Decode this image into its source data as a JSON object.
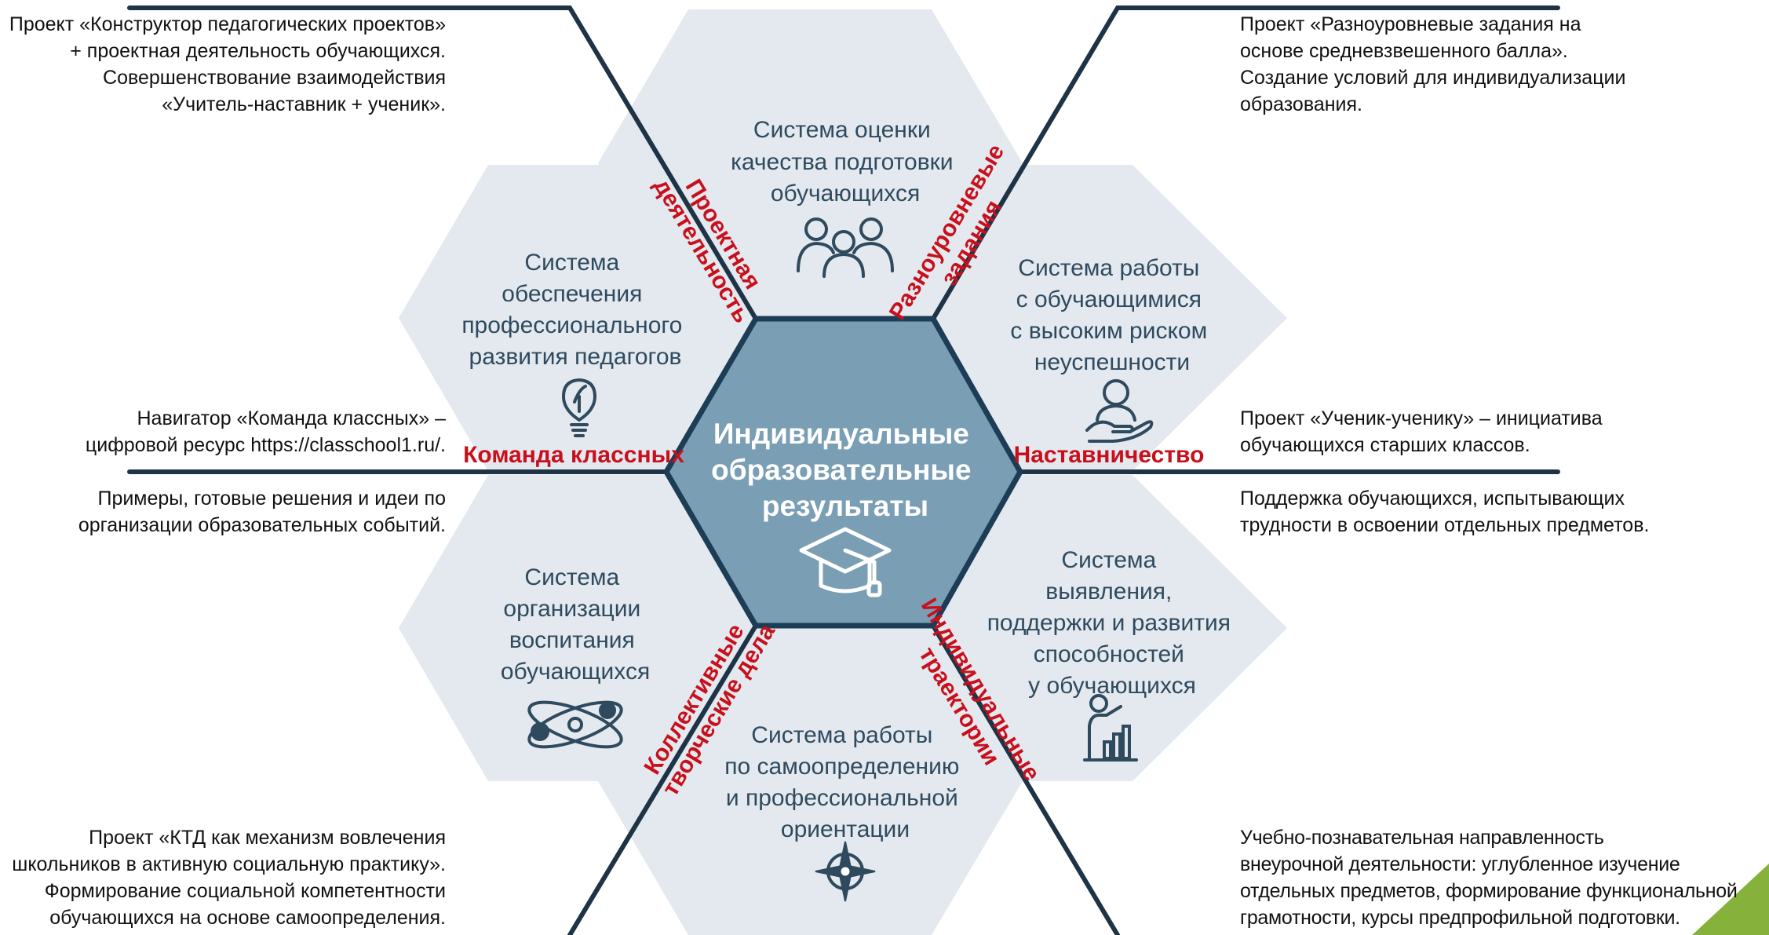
{
  "center": {
    "title": "Индивидуальные\nобразовательные\nрезультаты",
    "icon": "graduation-cap-icon"
  },
  "hexagons": [
    {
      "id": "top",
      "title": "Система оценки\nкачества подготовки\nобучающихся",
      "icon": "people-group-icon"
    },
    {
      "id": "upper-left",
      "title": "Система\nобеспечения\nпрофессионального\nразвития педагогов",
      "icon": "lightbulb-icon"
    },
    {
      "id": "upper-right",
      "title": "Система работы\nс обучающимися\nс высоким риском\nнеуспешности",
      "icon": "hand-support-icon"
    },
    {
      "id": "lower-left",
      "title": "Система\nорганизации\nвоспитания\nобучающихся",
      "icon": "atom-icon"
    },
    {
      "id": "lower-right",
      "title": "Система\nвыявления,\nподдержки и развития\nспособностей\nу обучающихся",
      "icon": "growth-chart-icon"
    },
    {
      "id": "bottom",
      "title": "Система работы\nпо самоопределению\nи профессиональной\nориентации",
      "icon": "compass-icon"
    }
  ],
  "labels": {
    "project": "Проектная\nдеятельность",
    "levels": "Разноуровневые\nзадания",
    "class_team": "Команда классных",
    "mentoring": "Наставничество",
    "collective": "Коллективные\nтворческие дела",
    "trajectories": "Индивидуальные\nтраектории"
  },
  "notes": {
    "top_left": "Проект «Конструктор педагогических проектов»\n+ проектная деятельность обучающихся.\nСовершенствование взаимодействия\n«Учитель-наставник + ученик».",
    "top_right": "Проект «Разноуровневые задания на\nоснове средневзвешенного балла».\nСоздание условий для индивидуализации\nобразования.",
    "mid_left_upper": "Навигатор «Команда классных» –\nцифровой ресурс https://classchool1.ru/.",
    "mid_left_lower": "Примеры, готовые решения и идеи по\nорганизации образовательных событий.",
    "mid_right_upper": "Проект «Ученик-ученику» – инициатива\nобучающихся старших классов.",
    "mid_right_lower": "Поддержка обучающихся, испытывающих\nтрудности в освоении отдельных предметов.",
    "bottom_left": "Проект «КТД как механизм вовлечения\nшкольников в активную социальную практику».\nФормирование социальной компетентности\nобучающихся на основе самоопределения.",
    "bottom_right": "Учебно-познавательная направленность\nвнеурочной деятельности: углубленное изучение\nотдельных предметов, формирование функциональной\nграмотности, курсы предпрофильной подготовки."
  },
  "colors": {
    "hex_light": "#e3e9ef",
    "hex_center": "#7a9eb4",
    "hex_center_stroke": "#1c3d55",
    "text_dark": "#2f4a5e",
    "label_red": "#c8101c",
    "line_dark": "#1e3346",
    "corner_green": "#86b23c"
  }
}
